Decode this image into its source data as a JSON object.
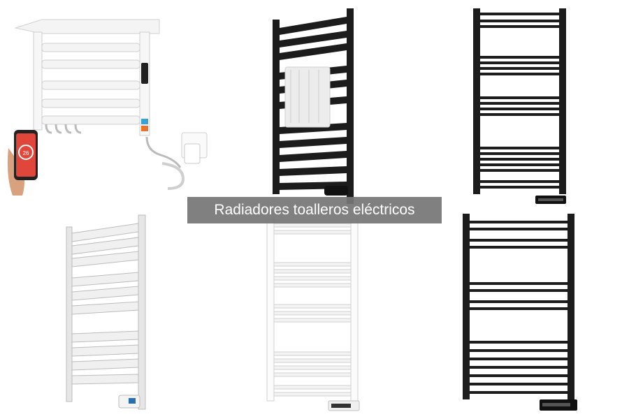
{
  "banner": {
    "title": "Radiadores toalleros eléctricos"
  },
  "phone": {
    "temperature": "26"
  },
  "colors": {
    "white_rail": "#f7f7f7",
    "black_rail": "#1c1c1c",
    "banner_bg": "#767676",
    "phone_red": "#e0463a"
  },
  "products": [
    {
      "name": "white-shelf-towel-rail",
      "color": "white"
    },
    {
      "name": "black-towel-rail-with-towel",
      "color": "black"
    },
    {
      "name": "black-ladder-towel-rail",
      "color": "black"
    },
    {
      "name": "silver-wide-bar-towel-rail",
      "color": "silver"
    },
    {
      "name": "white-ladder-towel-rail",
      "color": "white"
    },
    {
      "name": "black-ladder-towel-rail-2",
      "color": "black"
    }
  ]
}
